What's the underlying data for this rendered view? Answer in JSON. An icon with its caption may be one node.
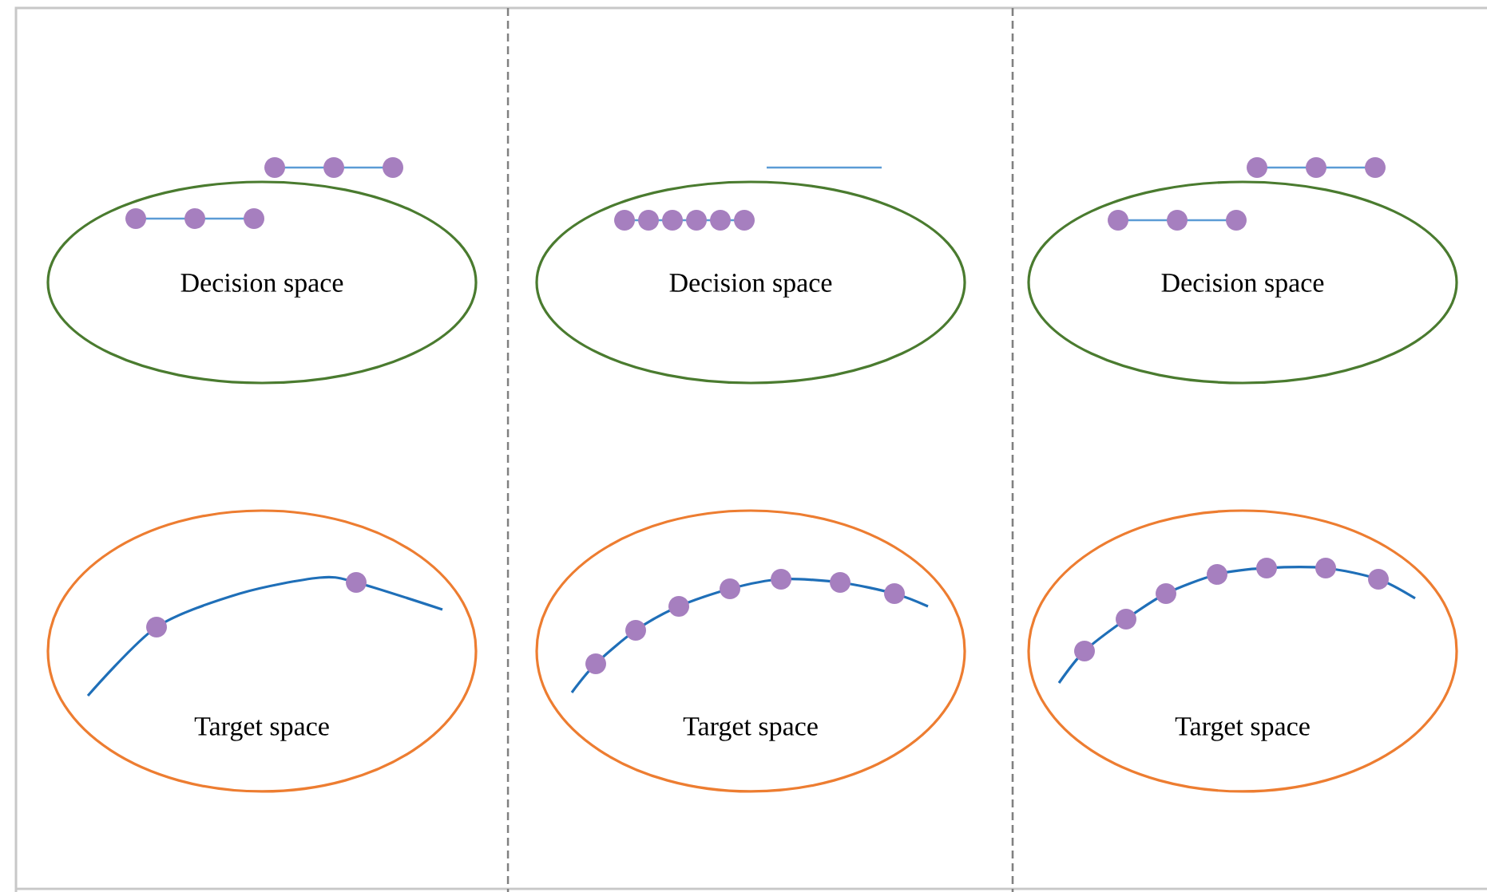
{
  "diagram": {
    "nodes": [
      {
        "text": [
          "Decision space"
        ]
      },
      {
        "text": [
          "Decision space"
        ]
      },
      {
        "text": [
          "Decision space"
        ]
      },
      {
        "text": [
          "Target space"
        ]
      },
      {
        "text": [
          "Target space"
        ]
      },
      {
        "text": [
          "Target space"
        ]
      }
    ]
  }
}
